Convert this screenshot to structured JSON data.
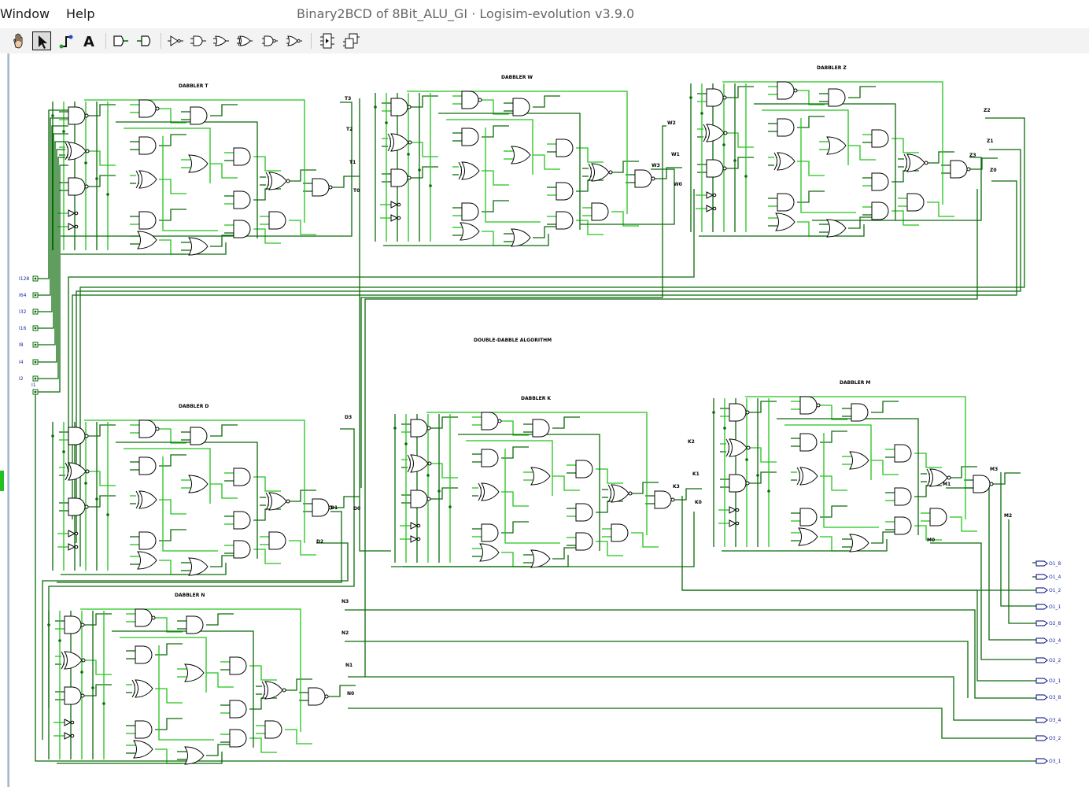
{
  "menubar": {
    "items": [
      "Window",
      "Help"
    ]
  },
  "window": {
    "title": "Binary2BCD of 8Bit_ALU_GI · Logisim-evolution v3.9.0"
  },
  "toolbar": {
    "tools": [
      "hand-poke-icon",
      "select-arrow-icon",
      "wire-icon",
      "text-icon",
      "input-pin-icon",
      "output-pin-icon",
      "not-gate-icon",
      "and-gate-icon",
      "or-gate-icon",
      "xor-gate-icon",
      "nand-gate-icon",
      "nor-gate-icon",
      "subcircuit-icon",
      "appearance-icon"
    ]
  },
  "diagram": {
    "title": "DOUBLE-DABBLE ALGORITHM",
    "modules": [
      {
        "name": "DABBLER T",
        "outputs": [
          "T3",
          "T2",
          "T1",
          "T0"
        ]
      },
      {
        "name": "DABBLER W",
        "outputs": [
          "W3",
          "W2",
          "W1",
          "W0"
        ]
      },
      {
        "name": "DABBLER Z",
        "outputs": [
          "Z3",
          "Z2",
          "Z1",
          "Z0"
        ]
      },
      {
        "name": "DABBLER D",
        "outputs": [
          "D3",
          "D2",
          "D1",
          "D0"
        ]
      },
      {
        "name": "DABBLER K",
        "outputs": [
          "K3",
          "K2",
          "K1",
          "K0"
        ]
      },
      {
        "name": "DABBLER M",
        "outputs": [
          "M3",
          "M2",
          "M1",
          "M0"
        ]
      },
      {
        "name": "DABBLER N",
        "outputs": [
          "N3",
          "N2",
          "N1",
          "N0"
        ]
      }
    ],
    "inputs": [
      "I128",
      "I64",
      "I32",
      "I16",
      "I8",
      "I4",
      "I2",
      "I1"
    ],
    "outputs": [
      "O1_8",
      "O1_4",
      "O1_2",
      "O1_1",
      "O2_8",
      "O2_4",
      "O2_2",
      "O2_1",
      "O3_8",
      "O3_4",
      "O3_2",
      "O3_1"
    ]
  }
}
